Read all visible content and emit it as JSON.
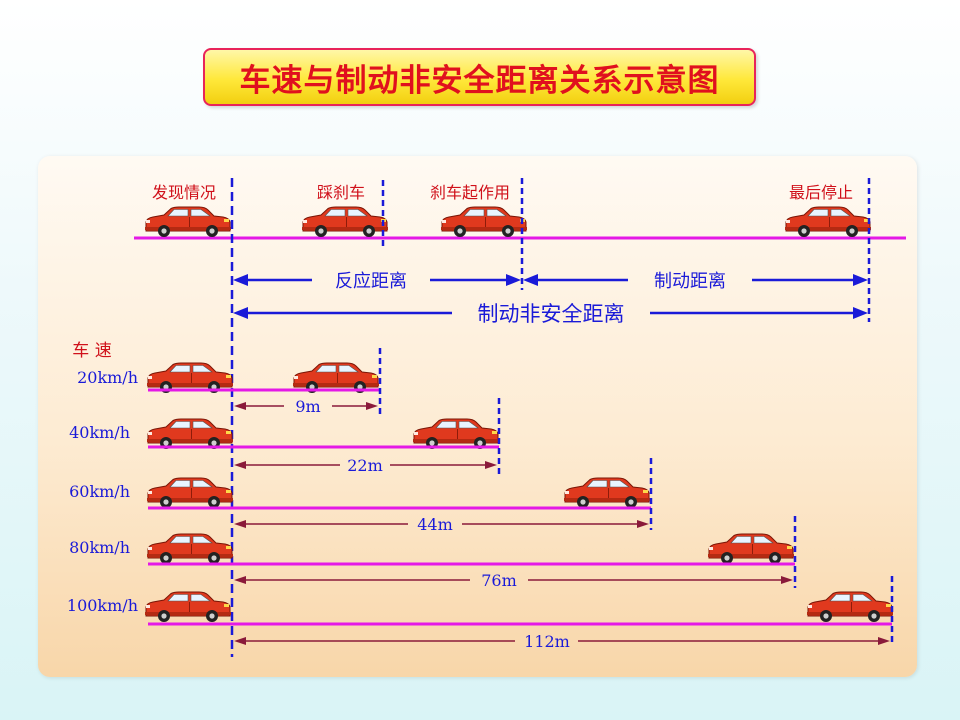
{
  "title": "车速与制动非安全距离关系示意图",
  "stage_labels": {
    "found": "发现情况",
    "brake_press": "踩刹车",
    "brake_effect": "刹车起作用",
    "stop": "最后停止"
  },
  "distance_labels": {
    "reaction": "反应距离",
    "braking": "制动距离",
    "total": "制动非安全距离"
  },
  "speed_header": "车 速",
  "rows": [
    {
      "speed": "20km/h",
      "distance": "9m"
    },
    {
      "speed": "40km/h",
      "distance": "22m"
    },
    {
      "speed": "60km/h",
      "distance": "44m"
    },
    {
      "speed": "80km/h",
      "distance": "76m"
    },
    {
      "speed": "100km/h",
      "distance": "112m"
    }
  ],
  "colors": {
    "title_text": "#e0101e",
    "label_red": "#d0101a",
    "blue": "#1a1ad8",
    "magenta": "#e419e6",
    "arrow_dark": "#8a1a3a",
    "car_body": "#e0391e"
  },
  "icons": {
    "car": "car-icon"
  }
}
